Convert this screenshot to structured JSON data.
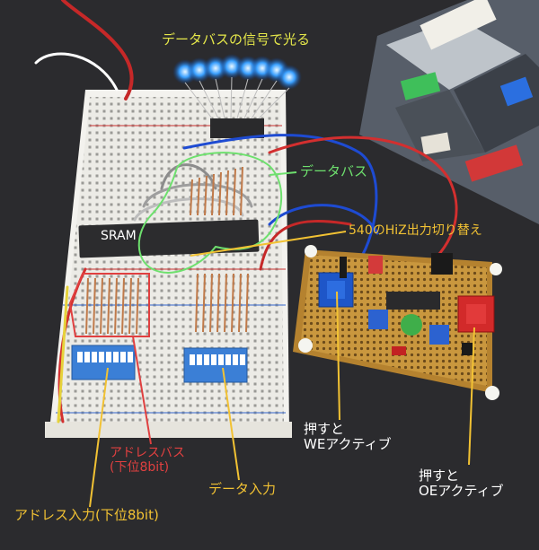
{
  "annotations": {
    "data_leds": "データバスの信号で光る",
    "data_bus": "データバス",
    "sram": "SRAM",
    "hiz_switch": "540のHiZ出力切り替え",
    "we_active": [
      "押すと",
      "WEアクティブ"
    ],
    "oe_active": [
      "押すと",
      "OEアクティブ"
    ],
    "address_bus": [
      "アドレスバス",
      "(下位8bit)"
    ],
    "data_input": "データ入力",
    "address_input": "アドレス入力(下位8bit)"
  },
  "colors": {
    "yellow_label": "#f2c233",
    "green_label": "#6ee06e",
    "red_label": "#e04040",
    "led_blue": "#3aa0ff"
  }
}
